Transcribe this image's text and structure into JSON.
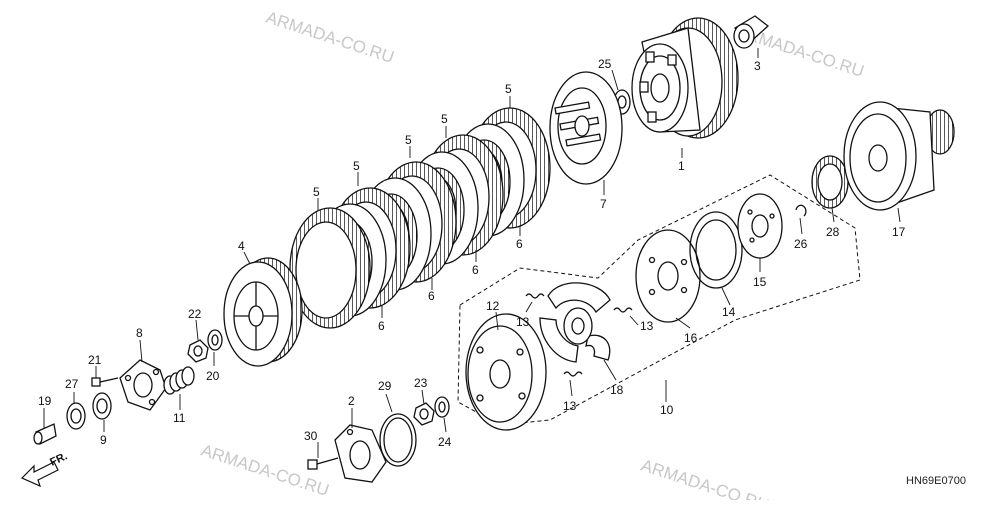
{
  "diagram": {
    "diagram_code": "HN69E0700",
    "front_label": "FR.",
    "watermark_text": "ARMADA-CO.RU",
    "colors": {
      "ink": "#111111",
      "watermark": "#c8c8c8",
      "background": "#ffffff"
    }
  },
  "parts": [
    {
      "num": "1"
    },
    {
      "num": "2"
    },
    {
      "num": "3"
    },
    {
      "num": "4"
    },
    {
      "num": "5"
    },
    {
      "num": "6"
    },
    {
      "num": "7"
    },
    {
      "num": "8"
    },
    {
      "num": "9"
    },
    {
      "num": "10"
    },
    {
      "num": "11"
    },
    {
      "num": "12"
    },
    {
      "num": "13"
    },
    {
      "num": "14"
    },
    {
      "num": "15"
    },
    {
      "num": "16"
    },
    {
      "num": "17"
    },
    {
      "num": "18"
    },
    {
      "num": "19"
    },
    {
      "num": "20"
    },
    {
      "num": "21"
    },
    {
      "num": "22"
    },
    {
      "num": "23"
    },
    {
      "num": "24"
    },
    {
      "num": "25"
    },
    {
      "num": "26"
    },
    {
      "num": "27"
    },
    {
      "num": "28"
    },
    {
      "num": "29"
    },
    {
      "num": "30"
    }
  ]
}
